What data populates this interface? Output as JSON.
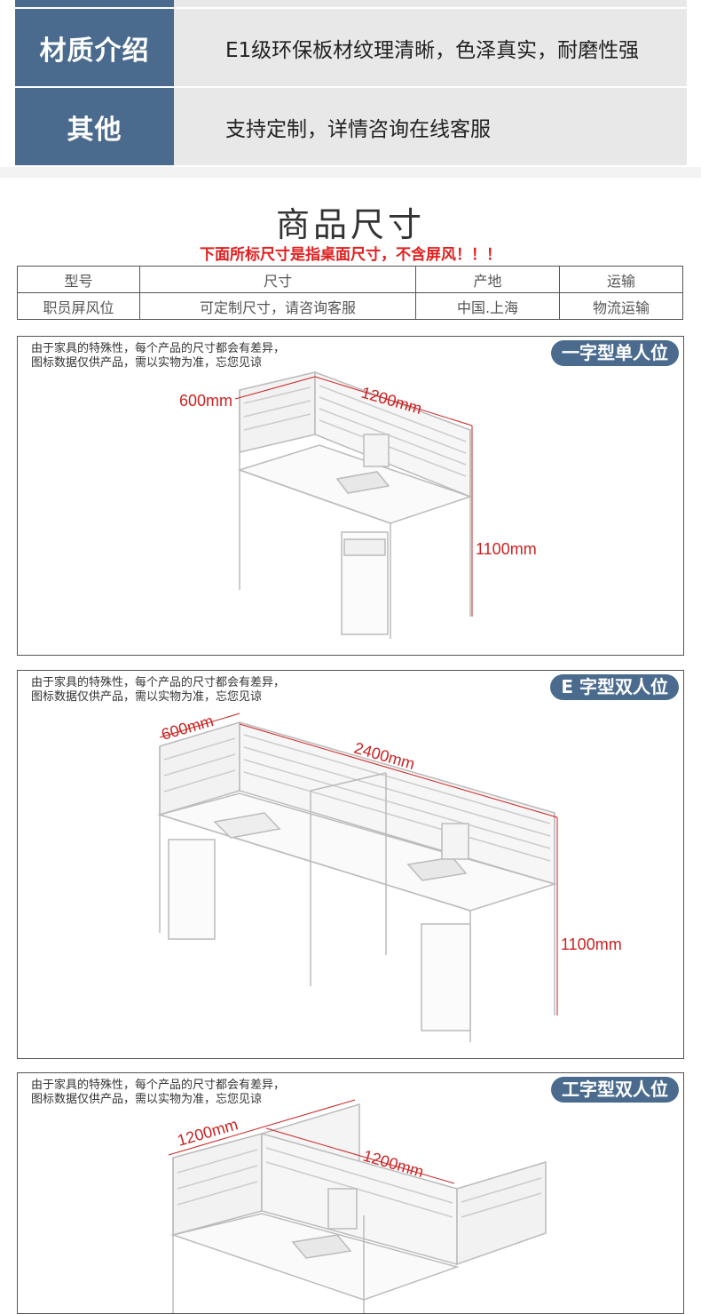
{
  "specs": {
    "rows": [
      {
        "label": "材质介绍",
        "value": "E1级环保板材纹理清晰，色泽真实，耐磨性强"
      },
      {
        "label": "其他",
        "value": "支持定制，详情咨询在线客服"
      }
    ]
  },
  "size_section": {
    "title": "商品尺寸",
    "note": "下面所标尺寸是指桌面尺寸，不含屏风！！！",
    "table": {
      "headers": [
        "型号",
        "尺寸",
        "产地",
        "运输"
      ],
      "row": [
        "职员屏风位",
        "可定制尺寸，请咨询客服",
        "中国.上海",
        "物流运输"
      ]
    }
  },
  "panels": [
    {
      "badge": "一字型单人位",
      "note_line1": "由于家具的特殊性，每个产品的尺寸都会有差异，",
      "note_line2": "图标数据仅供产品，需以实物为准，忘您见谅",
      "dims": {
        "depth": "600mm",
        "width": "1200mm",
        "height": "1100mm"
      }
    },
    {
      "badge": "E 字型双人位",
      "note_line1": "由于家具的特殊性，每个产品的尺寸都会有差异，",
      "note_line2": "图标数据仅供产品，需以实物为准，忘您见谅",
      "dims": {
        "depth": "600mm",
        "width": "2400mm",
        "height": "1100mm"
      }
    },
    {
      "badge": "工字型双人位",
      "note_line1": "由于家具的特殊性，每个产品的尺寸都会有差异，",
      "note_line2": "图标数据仅供产品，需以实物为准，忘您见谅",
      "dims": {
        "width_a": "1200mm",
        "width_b": "1200mm"
      }
    }
  ]
}
